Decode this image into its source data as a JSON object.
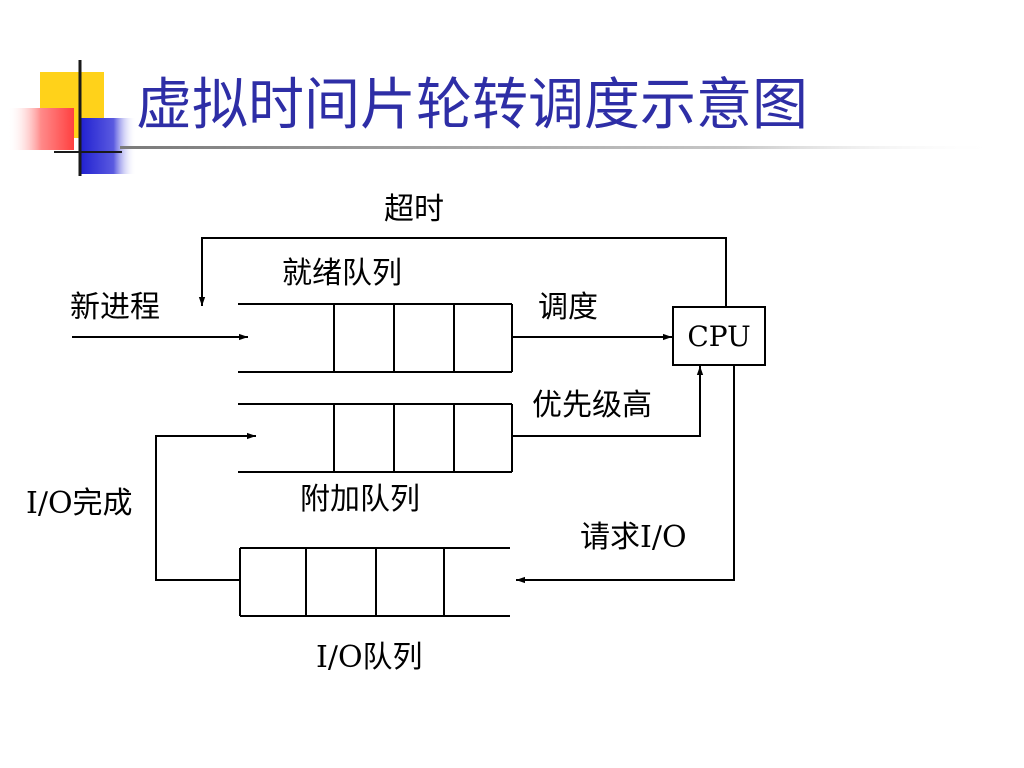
{
  "slide": {
    "title": "虚拟时间片轮转调度示意图"
  },
  "diagram": {
    "cpu": "CPU",
    "timeout": "超时",
    "ready_queue": "就绪队列",
    "new_process": "新进程",
    "dispatch": "调度",
    "high_priority": "优先级高",
    "aux_queue": "附加队列",
    "io_complete": "I/O完成",
    "io_request": "请求I/O",
    "io_queue": "I/O队列"
  },
  "colors": {
    "title": "#2e2ea6",
    "deco_yellow": "#ffd21a",
    "deco_red": "#ff5a5a",
    "deco_blue": "#2a2ad2",
    "rule": "#9a9a9a"
  }
}
